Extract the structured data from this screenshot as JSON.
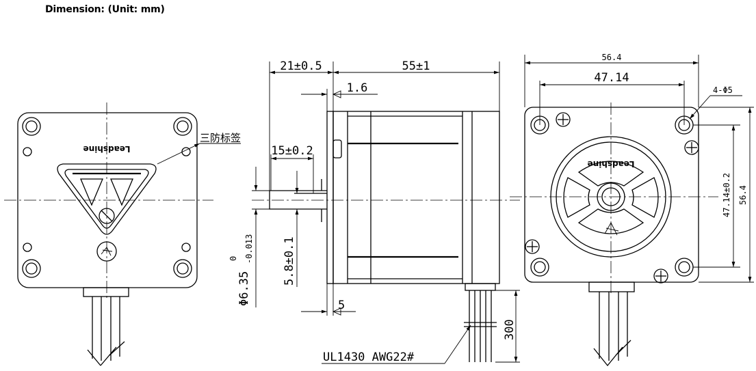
{
  "title": "Dimension: (Unit: mm)",
  "labels": {
    "label_tag": "三防标签",
    "wire_spec": "UL1430 AWG22#",
    "brand": "Leadshine"
  },
  "dimensions": {
    "flange_width_top": "56.4",
    "hole_spacing_top": "47.14",
    "hole_spec": "4-Φ5",
    "hole_spacing_side": "47.14±0.2",
    "flange_height_side": "56.4",
    "shaft_length": "21±0.5",
    "body_length": "55±1",
    "flange_thickness": "1.6",
    "flat_length": "15±0.2",
    "shaft_diameter": "Φ6.35",
    "shaft_tol_upper": "0",
    "shaft_tol_lower": "-0.013",
    "flat_depth": "5.8±0.1",
    "boss_length": "5",
    "lead_length": "300"
  }
}
